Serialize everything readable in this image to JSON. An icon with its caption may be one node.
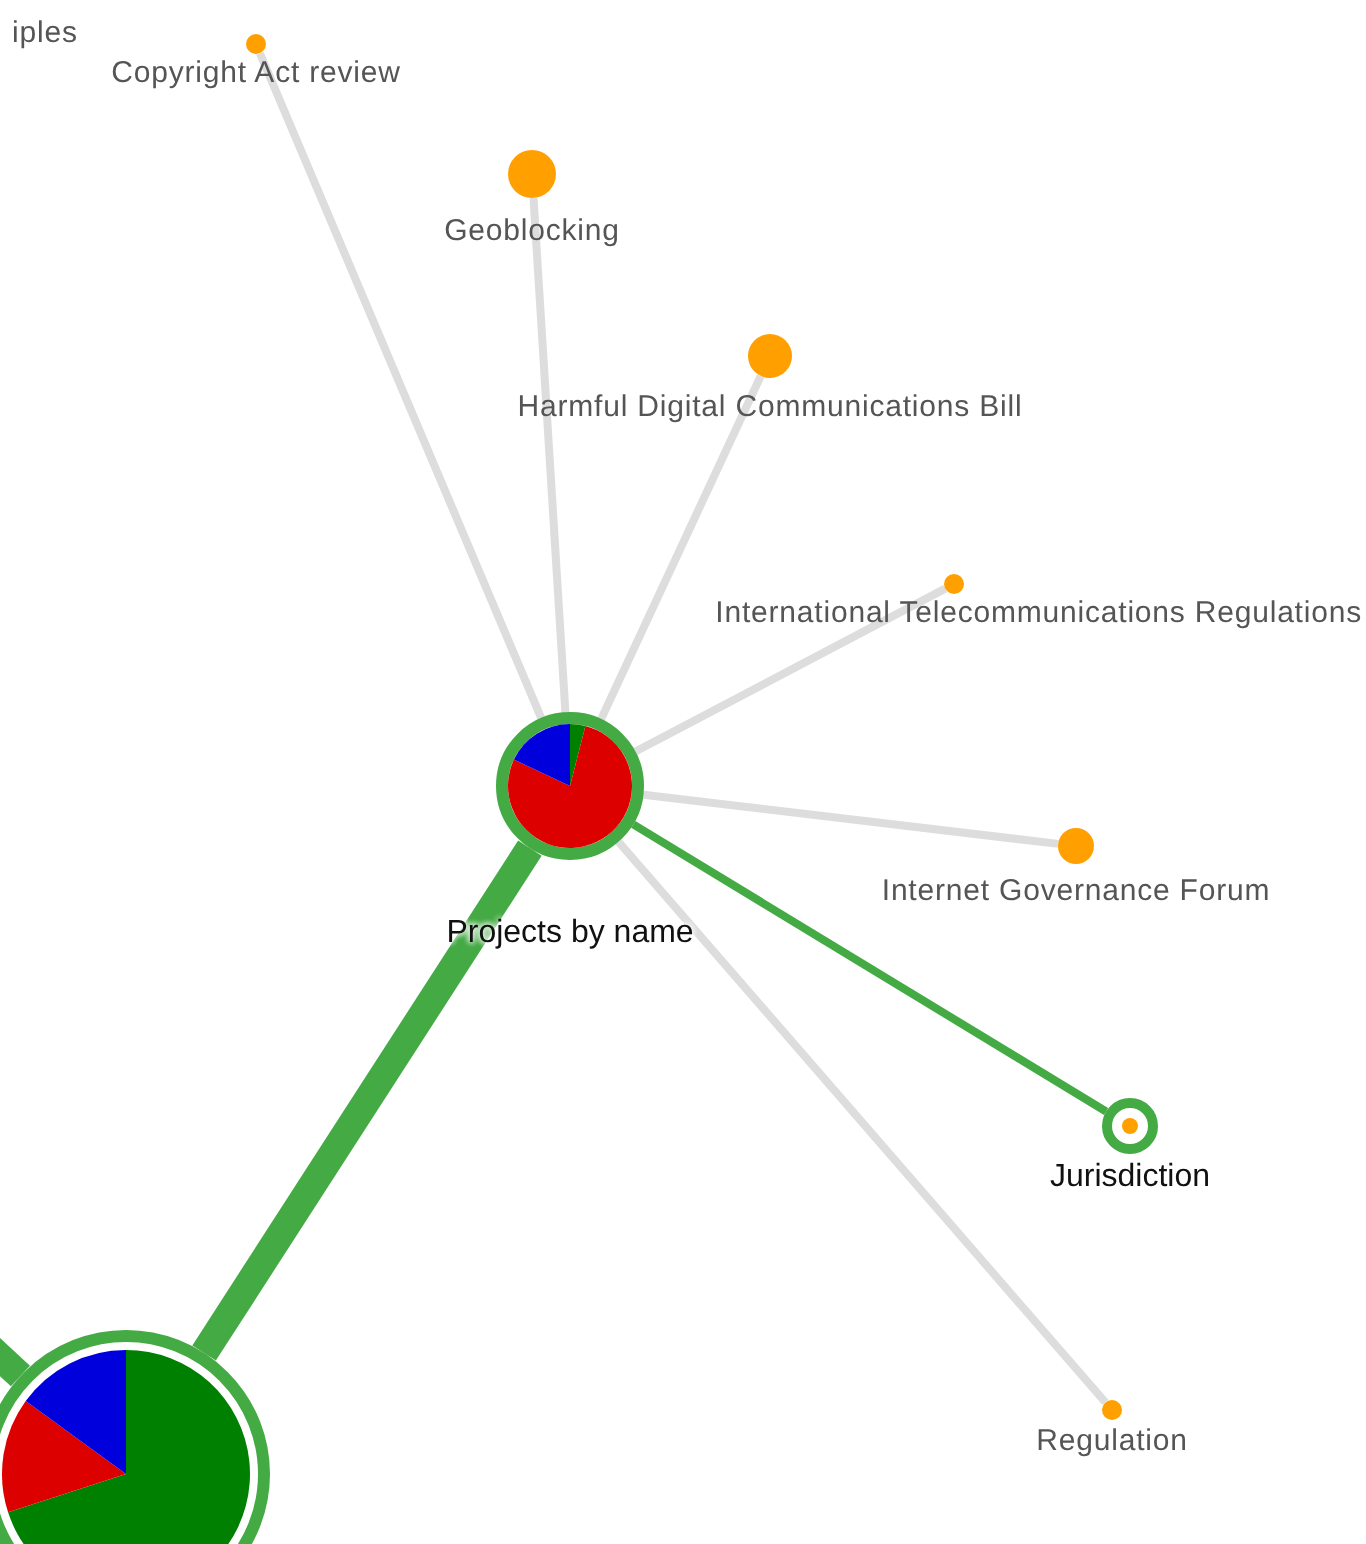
{
  "diagram": {
    "nodes": [
      {
        "text": [
          "Copyright Act review"
        ]
      },
      {
        "text": [
          "Geoblocking"
        ]
      },
      {
        "text": [
          "Harmful Digital Communications Bill"
        ]
      },
      {
        "text": [
          "International Telecommunications Regulations"
        ]
      },
      {
        "text": [
          "Projects by name"
        ]
      },
      {
        "text": [
          "Internet Governance Forum"
        ]
      },
      {
        "text": [
          "Jurisdiction"
        ]
      },
      {
        "text": [
          "Regulation"
        ]
      },
      {
        "text": [],
        "shape": "circle"
      }
    ],
    "edges": [
      {
        "from": 8,
        "to": 4,
        "arrow": "none",
        "style": "thick",
        "color": "#44aa44"
      },
      {
        "from": 4,
        "to": 0,
        "arrow": "none"
      },
      {
        "from": 4,
        "to": 1,
        "arrow": "none"
      },
      {
        "from": 4,
        "to": 2,
        "arrow": "none"
      },
      {
        "from": 4,
        "to": 3,
        "arrow": "none"
      },
      {
        "from": 4,
        "to": 5,
        "arrow": "none"
      },
      {
        "from": 4,
        "to": 6,
        "arrow": "none",
        "color": "#44aa44"
      },
      {
        "from": 4,
        "to": 7,
        "arrow": "none"
      },
      {
        "from": 8,
        "to": null,
        "arrow": "none",
        "style": "thick",
        "color": "#44aa44"
      }
    ],
    "labels": [
      "iples"
    ]
  }
}
